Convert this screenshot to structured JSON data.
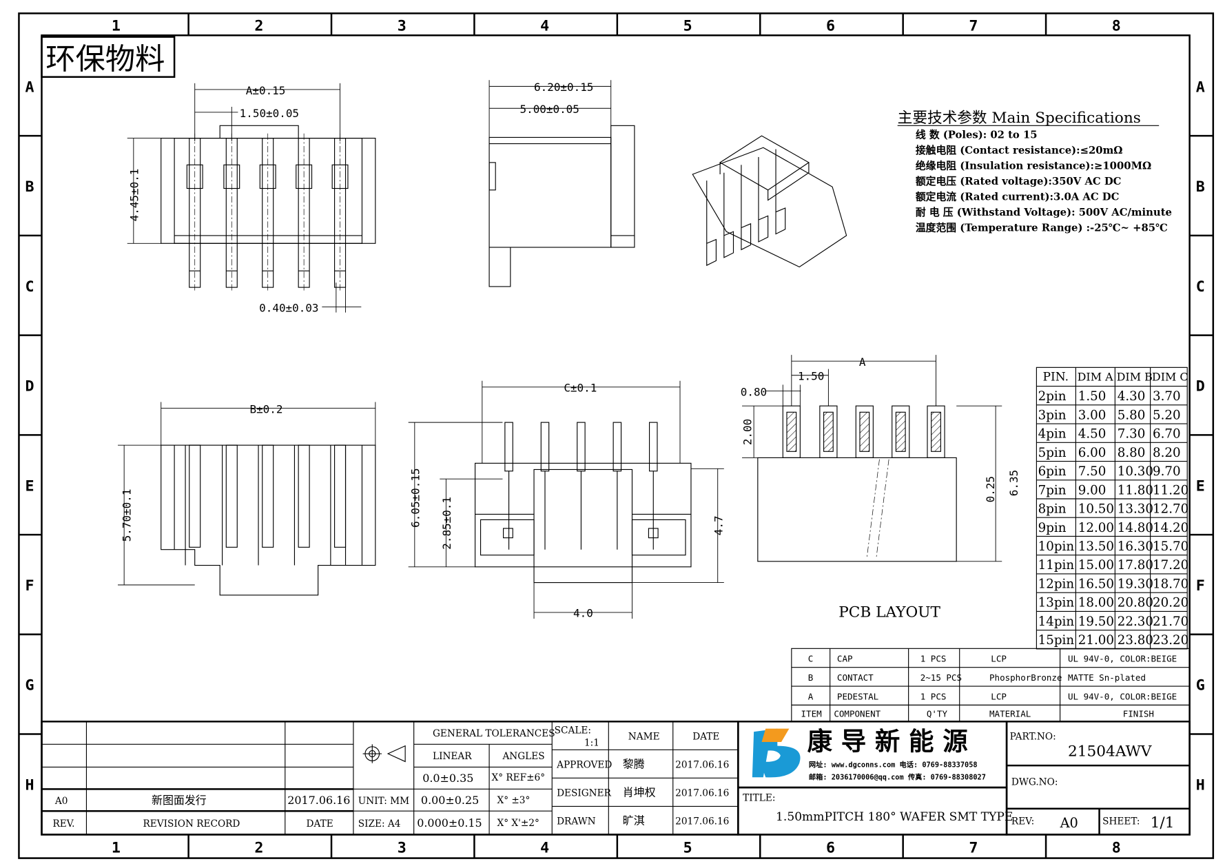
{
  "frame": {
    "columns": [
      "1",
      "2",
      "3",
      "4",
      "5",
      "6",
      "7",
      "8"
    ],
    "rows": [
      "A",
      "B",
      "C",
      "D",
      "E",
      "F",
      "G",
      "H"
    ]
  },
  "stamp": "环保物料",
  "dimensions": {
    "front": {
      "a": "A±0.15",
      "pitch": "1.50±0.05",
      "height": "4.45±0.1",
      "pin_width": "0.40±0.03"
    },
    "side": {
      "overall": "6.20±0.15",
      "body": "5.00±0.05"
    },
    "bottom": {
      "b": "B±0.2",
      "height": "5.70±0.1"
    },
    "end": {
      "c": "C±0.1",
      "overall": "6.05±0.15",
      "mid": "2.85±0.1",
      "right": "4.7",
      "base": "4.0"
    },
    "pcb": {
      "a": "A",
      "pitch": "1.50",
      "pad_width": "0.80",
      "pad_length": "2.00",
      "gap": "0.25",
      "depth": "6.35",
      "title": "PCB LAYOUT"
    }
  },
  "specs": {
    "title": "主要技术参数 Main Specifications",
    "items": [
      "线    数 (Poles): 02 to 15",
      "接触电阻 (Contact resistance):≤20mΩ",
      "绝缘电阻 (Insulation resistance):≥1000MΩ",
      "额定电压 (Rated voltage):350V AC DC",
      "额定电流 (Rated current):3.0A AC DC",
      "耐 电 压 (Withstand Voltage): 500V AC/minute",
      "温度范围 (Temperature Range) :-25℃~ +85℃"
    ]
  },
  "pin_table": {
    "headers": [
      "PIN.",
      "DIM A",
      "DIM B",
      "DIM C"
    ],
    "rows": [
      [
        "2pin",
        "1.50",
        "4.30",
        "3.70"
      ],
      [
        "3pin",
        "3.00",
        "5.80",
        "5.20"
      ],
      [
        "4pin",
        "4.50",
        "7.30",
        "6.70"
      ],
      [
        "5pin",
        "6.00",
        "8.80",
        "8.20"
      ],
      [
        "6pin",
        "7.50",
        "10.30",
        "9.70"
      ],
      [
        "7pin",
        "9.00",
        "11.80",
        "11.20"
      ],
      [
        "8pin",
        "10.50",
        "13.30",
        "12.70"
      ],
      [
        "9pin",
        "12.00",
        "14.80",
        "14.20"
      ],
      [
        "10pin",
        "13.50",
        "16.30",
        "15.70"
      ],
      [
        "11pin",
        "15.00",
        "17.80",
        "17.20"
      ],
      [
        "12pin",
        "16.50",
        "19.30",
        "18.70"
      ],
      [
        "13pin",
        "18.00",
        "20.80",
        "20.20"
      ],
      [
        "14pin",
        "19.50",
        "22.30",
        "21.70"
      ],
      [
        "15pin",
        "21.00",
        "23.80",
        "23.20"
      ]
    ]
  },
  "bom": {
    "rows": [
      [
        "C",
        "CAP",
        "1 PCS",
        "LCP",
        "UL 94V-0, COLOR:BEIGE"
      ],
      [
        "B",
        "CONTACT",
        "2~15 PCS",
        "PhosphorBronze",
        "MATTE Sn-plated"
      ],
      [
        "A",
        "PEDESTAL",
        "1 PCS",
        "LCP",
        "UL 94V-0, COLOR:BEIGE"
      ]
    ],
    "headers": [
      "ITEM",
      "COMPONENT",
      "Q'TY",
      "MATERIAL",
      "FINISH"
    ]
  },
  "title_block": {
    "revision": {
      "rev": "A0",
      "record": "新图面发行",
      "date": "2017.06.16",
      "rev_label": "REV.",
      "record_label": "REVISION RECORD",
      "date_label": "DATE"
    },
    "unit": "UNIT: MM",
    "size": "SIZE: A4",
    "tolerances": {
      "title": "GENERAL TOLERANCES",
      "linear_label": "LINEAR",
      "angles_label": "ANGLES",
      "linear": [
        "0.0±0.35",
        "0.00±0.25",
        "0.000±0.15"
      ],
      "angles": [
        "X° REF±6°",
        "X° ±3°",
        "X° X'±2°"
      ]
    },
    "scale_label": "SCALE:",
    "scale": "1:1",
    "name_label": "NAME",
    "date_label": "DATE",
    "people": [
      {
        "role": "APPROVED",
        "name": "黎腾",
        "date": "2017.06.16"
      },
      {
        "role": "DESIGNER",
        "name": "肖坤权",
        "date": "2017.06.16"
      },
      {
        "role": "DRAWN",
        "name": "旷淇",
        "date": "2017.06.16"
      }
    ],
    "company": "康 导 新 能 源",
    "contact_lines": [
      "网址: www.dgconns.com  电话: 0769-88337058",
      "邮箱: 2036170006@qq.com 传真: 0769-88308027"
    ],
    "title_label": "TITLE:",
    "title": "1.50mmPITCH 180° WAFER SMT TYPE",
    "part_no_label": "PART.NO:",
    "part_no": "21504AWV",
    "dwg_no_label": "DWG.NO:",
    "rev_label": "REV:",
    "rev": "A0",
    "sheet_label": "SHEET:",
    "sheet": "1/1"
  },
  "colors": {
    "line": "#000000",
    "logo_blue": "#1a9ad6",
    "logo_orange": "#f39a1e"
  }
}
